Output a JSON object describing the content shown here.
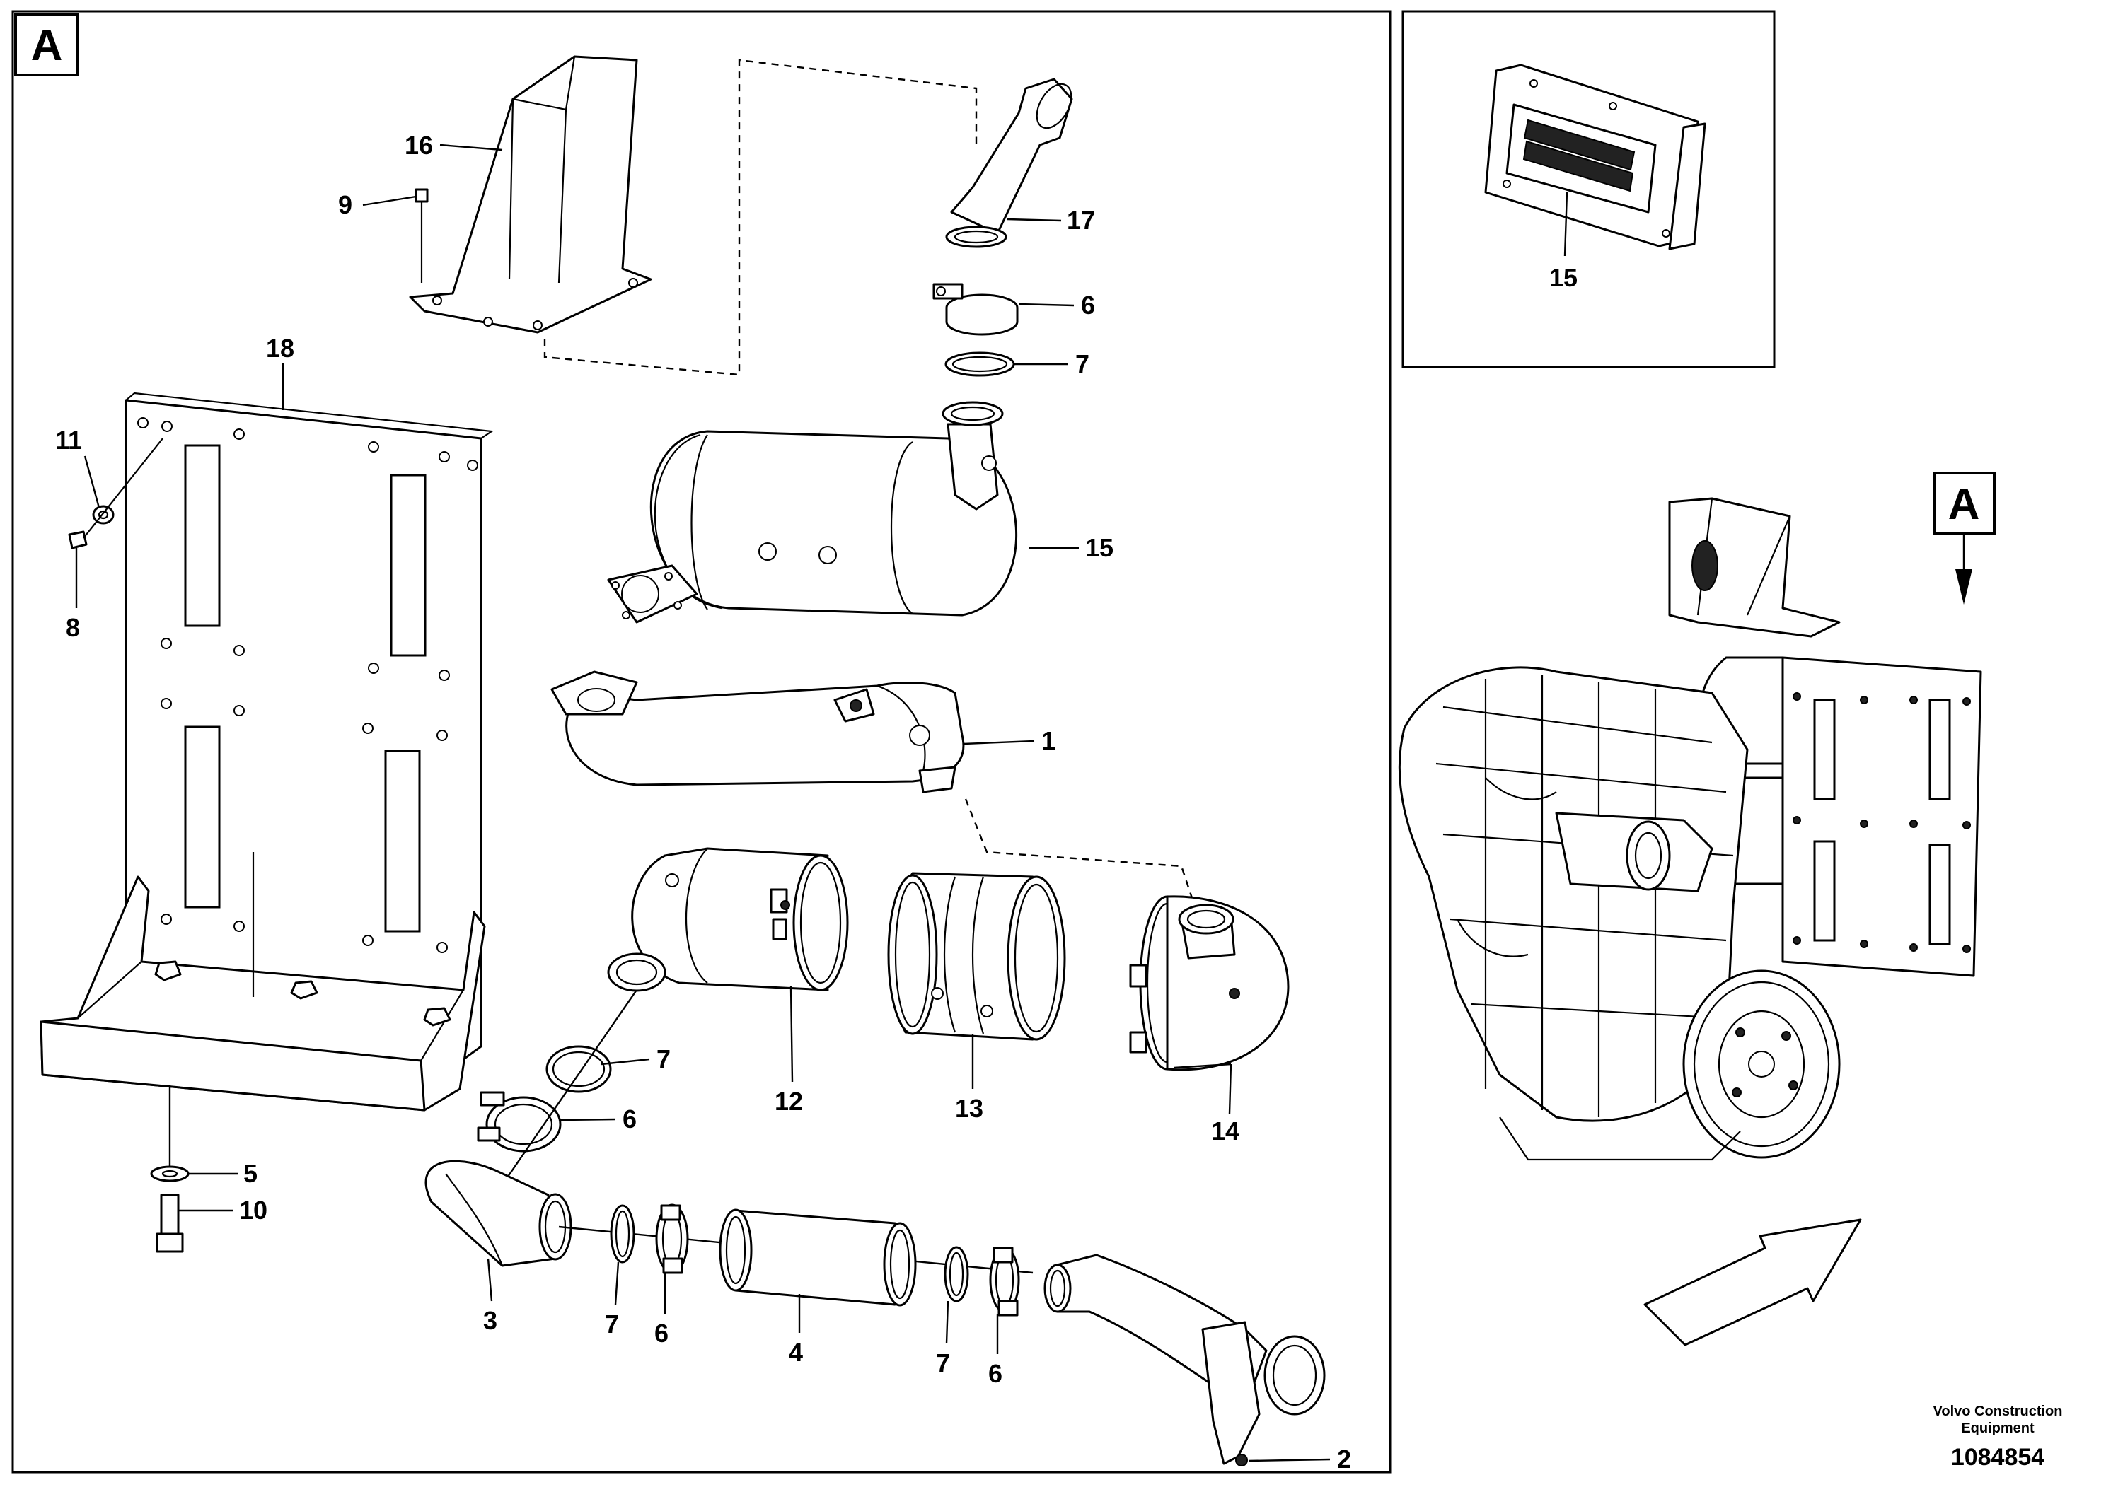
{
  "view_label_main": "A",
  "view_label_engine": "A",
  "parts": {
    "p1": "1",
    "p2": "2",
    "p3": "3",
    "p4": "4",
    "p5": "5",
    "p6a": "6",
    "p6b": "6",
    "p6c": "6",
    "p6d": "6",
    "p7a": "7",
    "p7b": "7",
    "p7c": "7",
    "p7d": "7",
    "p8": "8",
    "p9": "9",
    "p10": "10",
    "p11": "11",
    "p12": "12",
    "p13": "13",
    "p14": "14",
    "p15_main": "15",
    "p15_inset": "15",
    "p16": "16",
    "p17": "17",
    "p18": "18"
  },
  "footer": {
    "brand_line1": "Volvo Construction",
    "brand_line2": "Equipment",
    "doc_number": "1084854"
  }
}
